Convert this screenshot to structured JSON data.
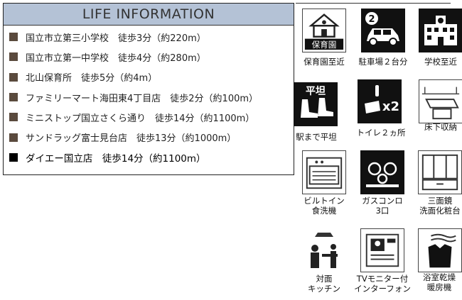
{
  "life_information": {
    "title": "LIFE INFORMATION",
    "items": [
      "国立市立第三小学校　徒歩3分（約220m）",
      "国立市立第一中学校　徒歩4分（約280m）",
      "北山保育所　徒歩5分（約4m）",
      "ファミリーマート海田東4丁目店　徒歩2分（約100m）",
      "ミニストップ国立さくら通り　徒歩14分（約1100m）",
      "サンドラッグ富士見台店　徒歩13分（約1000m）",
      "ダイエー国立店　徒歩14分（約1100m）"
    ]
  },
  "features": [
    {
      "icon": "nursery-icon",
      "tile_text": "保育園",
      "label": "保育園至近"
    },
    {
      "icon": "parking-icon",
      "tile_text": "2",
      "label": "駐車場２台分"
    },
    {
      "icon": "school-icon",
      "tile_text": "",
      "label": "学校至近"
    },
    {
      "icon": "flat-walk-icon",
      "tile_text": "平坦",
      "label": "駅まで平坦"
    },
    {
      "icon": "two-toilets-icon",
      "tile_text": "x2",
      "label": "トイレ２ヵ所"
    },
    {
      "icon": "floor-storage-icon",
      "tile_text": "",
      "label": "床下収納"
    },
    {
      "icon": "dishwasher-icon",
      "tile_text": "",
      "label": [
        "ビルトイン",
        "食洗機"
      ]
    },
    {
      "icon": "gas-stove-icon",
      "tile_text": "",
      "label": [
        "ガスコンロ",
        "3口"
      ]
    },
    {
      "icon": "three-mirror-vanity-icon",
      "tile_text": "",
      "label": [
        "三面鏡",
        "洗面化粧台"
      ]
    },
    {
      "icon": "open-kitchen-icon",
      "tile_text": "",
      "label": [
        "対面",
        "キッチン"
      ]
    },
    {
      "icon": "tv-intercom-icon",
      "tile_text": "",
      "label": [
        "TVモニター付",
        "インターフォン"
      ]
    },
    {
      "icon": "bathroom-dryer-icon",
      "tile_text": "",
      "label": [
        "浴室乾燥",
        "暖房機"
      ]
    }
  ]
}
